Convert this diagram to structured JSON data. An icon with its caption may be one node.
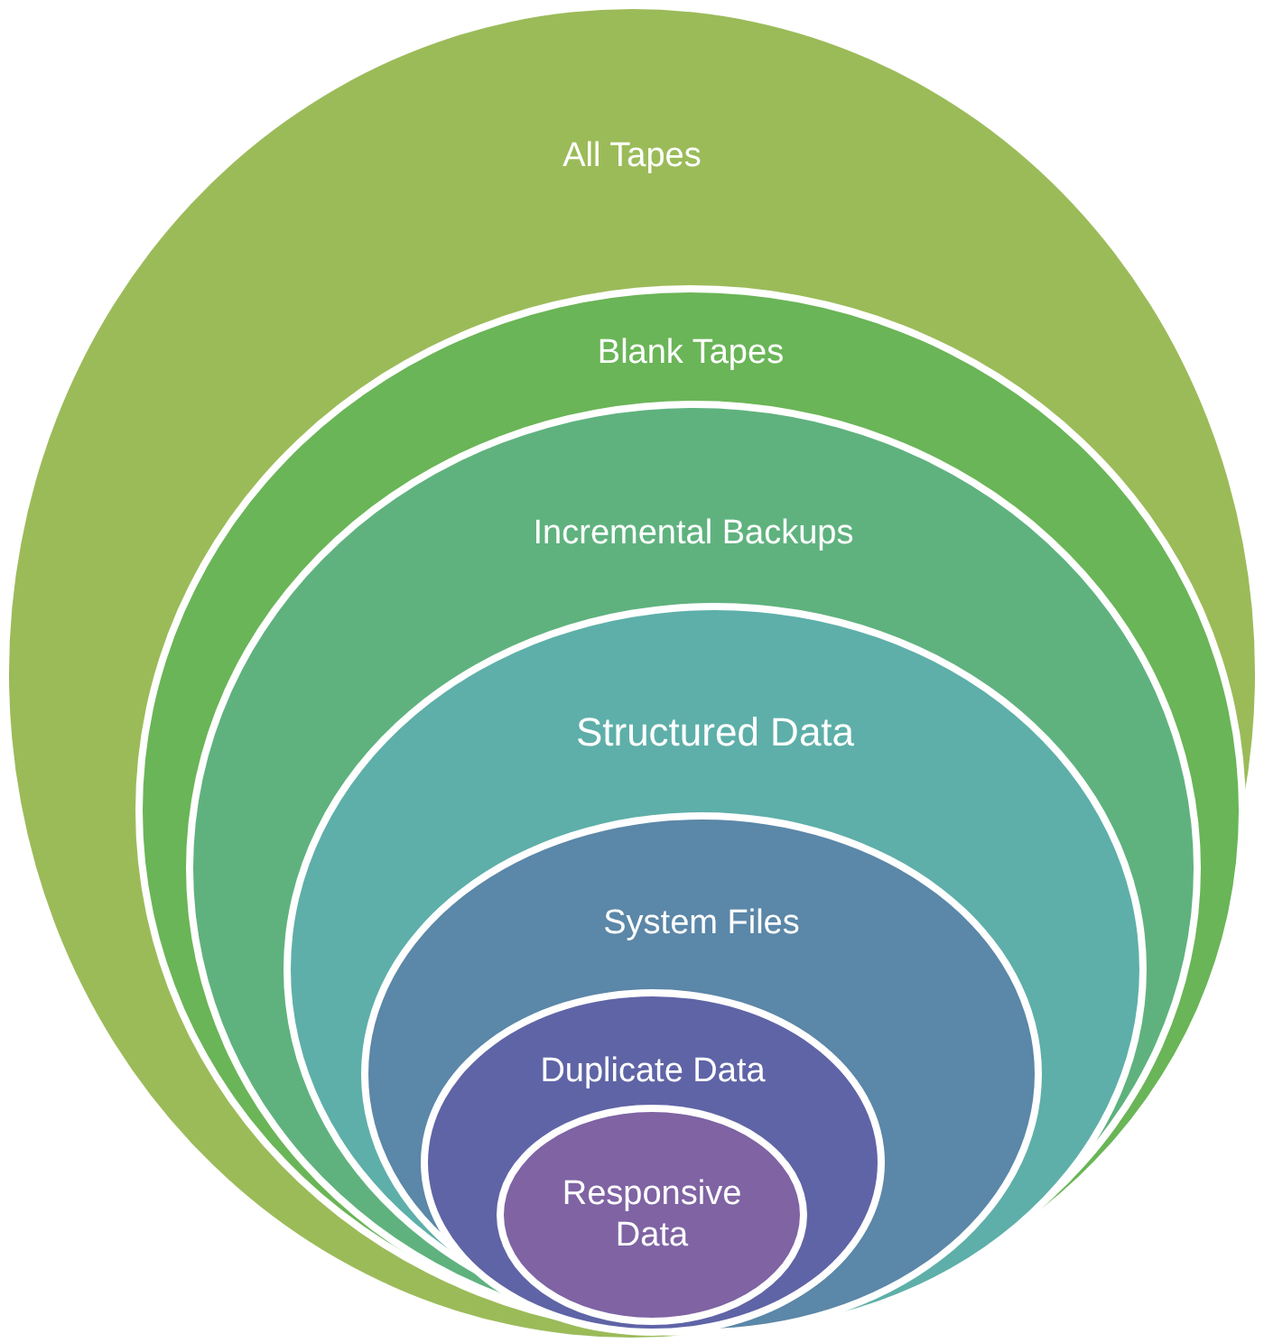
{
  "diagram": {
    "nodes": [
      {
        "text": [
          "All Tapes"
        ]
      },
      {
        "text": [
          "Blank Tapes"
        ],
        "in": 0
      },
      {
        "text": [
          "Incremental Backups"
        ],
        "in": 1
      },
      {
        "text": [
          "Structured Data"
        ],
        "in": 2
      },
      {
        "text": [
          "System Files"
        ],
        "in": 3
      },
      {
        "text": [
          "Duplicate Data"
        ],
        "in": 4
      },
      {
        "text": [
          "Responsive Data"
        ],
        "in": 5
      }
    ]
  }
}
